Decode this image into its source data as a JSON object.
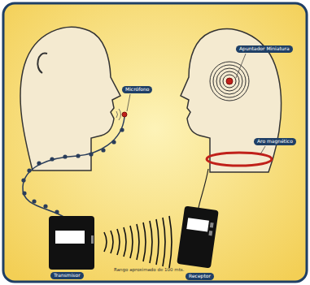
{
  "diagram": {
    "nodes": [
      {
        "text": [
          "Micrófono"
        ]
      },
      {
        "text": [
          "Apuntador Miniatura"
        ]
      },
      {
        "text": [
          "Aro magnético"
        ]
      },
      {
        "text": [
          "Transmisor"
        ]
      },
      {
        "text": [
          "Receptor"
        ]
      }
    ],
    "labels": [
      "Rango aproximado de 100 mts."
    ]
  }
}
